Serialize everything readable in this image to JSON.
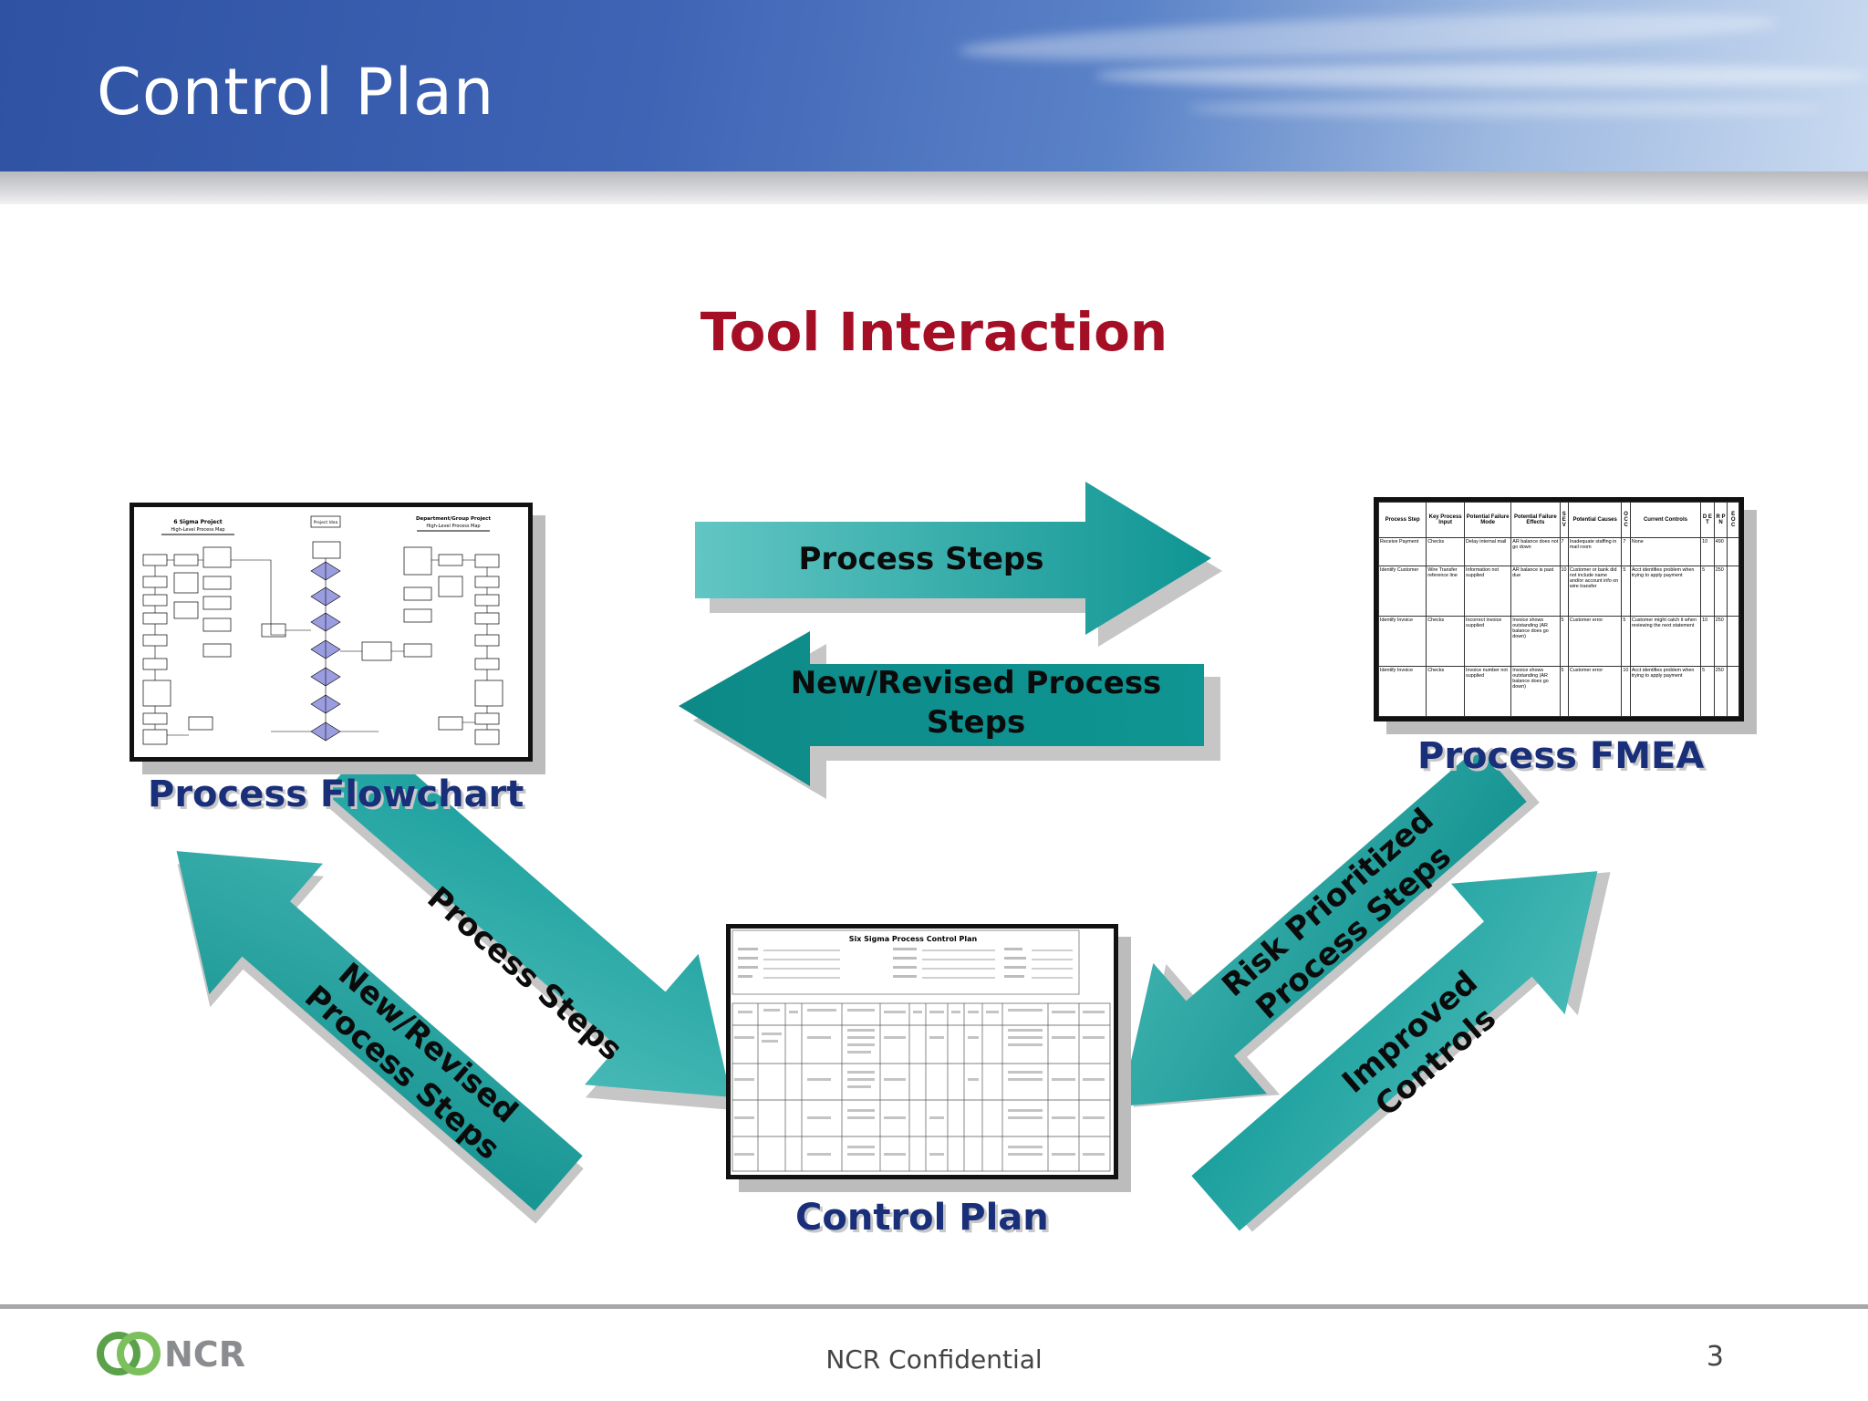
{
  "slide": {
    "title": "Control Plan",
    "subtitle": "Tool Interaction",
    "footer": "NCR Confidential",
    "page_number": "3",
    "logo_text": "NCR"
  },
  "nodes": {
    "flowchart": {
      "label": "Process Flowchart"
    },
    "fmea": {
      "label": "Process FMEA"
    },
    "control_plan": {
      "label": "Control Plan"
    }
  },
  "arrows": {
    "flow_to_fmea": "Process Steps",
    "fmea_to_flow_line1": "New/Revised Process",
    "fmea_to_flow_line2": "Steps",
    "flow_to_cp": "Process Steps",
    "cp_to_flow_line1": "New/Revised",
    "cp_to_flow_line2": "Process Steps",
    "fmea_to_cp_line1": "Risk Prioritized",
    "fmea_to_cp_line2": "Process Steps",
    "cp_to_fmea_line1": "Improved",
    "cp_to_fmea_line2": "Controls"
  },
  "fmea_table": {
    "headers": [
      "Process Step",
      "Key Process Input",
      "Potential Failure Mode",
      "Potential Failure Effects",
      "S E V",
      "Potential Causes",
      "O C C",
      "Current Controls",
      "D E T",
      "R P N",
      "E O C"
    ],
    "rows": [
      [
        "Receive Payment",
        "Checks",
        "Delay internal mail",
        "AR balance does not go down",
        "7",
        "Inadequate staffing in mail room",
        "7",
        "None",
        "10",
        "490",
        ""
      ],
      [
        "Identify Customer",
        "Wire Transfer reference line",
        "Information not supplied",
        "AR balance is past due",
        "10",
        "Customer or bank did not include name and/or account info on wire transfer",
        "5",
        "Acct identifies problem when trying to apply payment",
        "5",
        "250",
        ""
      ],
      [
        "Identify Invoice",
        "Checks",
        "Incorrect invoice supplied",
        "Invoice shows outstanding (AR balance does go down)",
        "5",
        "Customer error",
        "5",
        "Customer might catch it when reviewing the next statement",
        "10",
        "250",
        ""
      ],
      [
        "Identify Invoice",
        "Checks",
        "Invoice number not supplied",
        "Invoice shows outstanding (AR balance does go down)",
        "5",
        "Customer error",
        "10",
        "Acct identifies problem when trying to apply payment",
        "5",
        "250",
        ""
      ]
    ]
  },
  "control_plan_doc": {
    "title": "Six Sigma Process Control Plan"
  },
  "flowchart_doc": {
    "left_heading": "6 Sigma Project",
    "left_sub": "High-Level Process Map",
    "center_box": "Project Idea",
    "right_heading": "Department/Group Project",
    "right_sub": "High-Level Process Map"
  },
  "colors": {
    "arrow_fill": "#129a98",
    "arrow_light": "#5cc2c0",
    "label": "#1a2f7a",
    "subtitle": "#a50f26"
  }
}
